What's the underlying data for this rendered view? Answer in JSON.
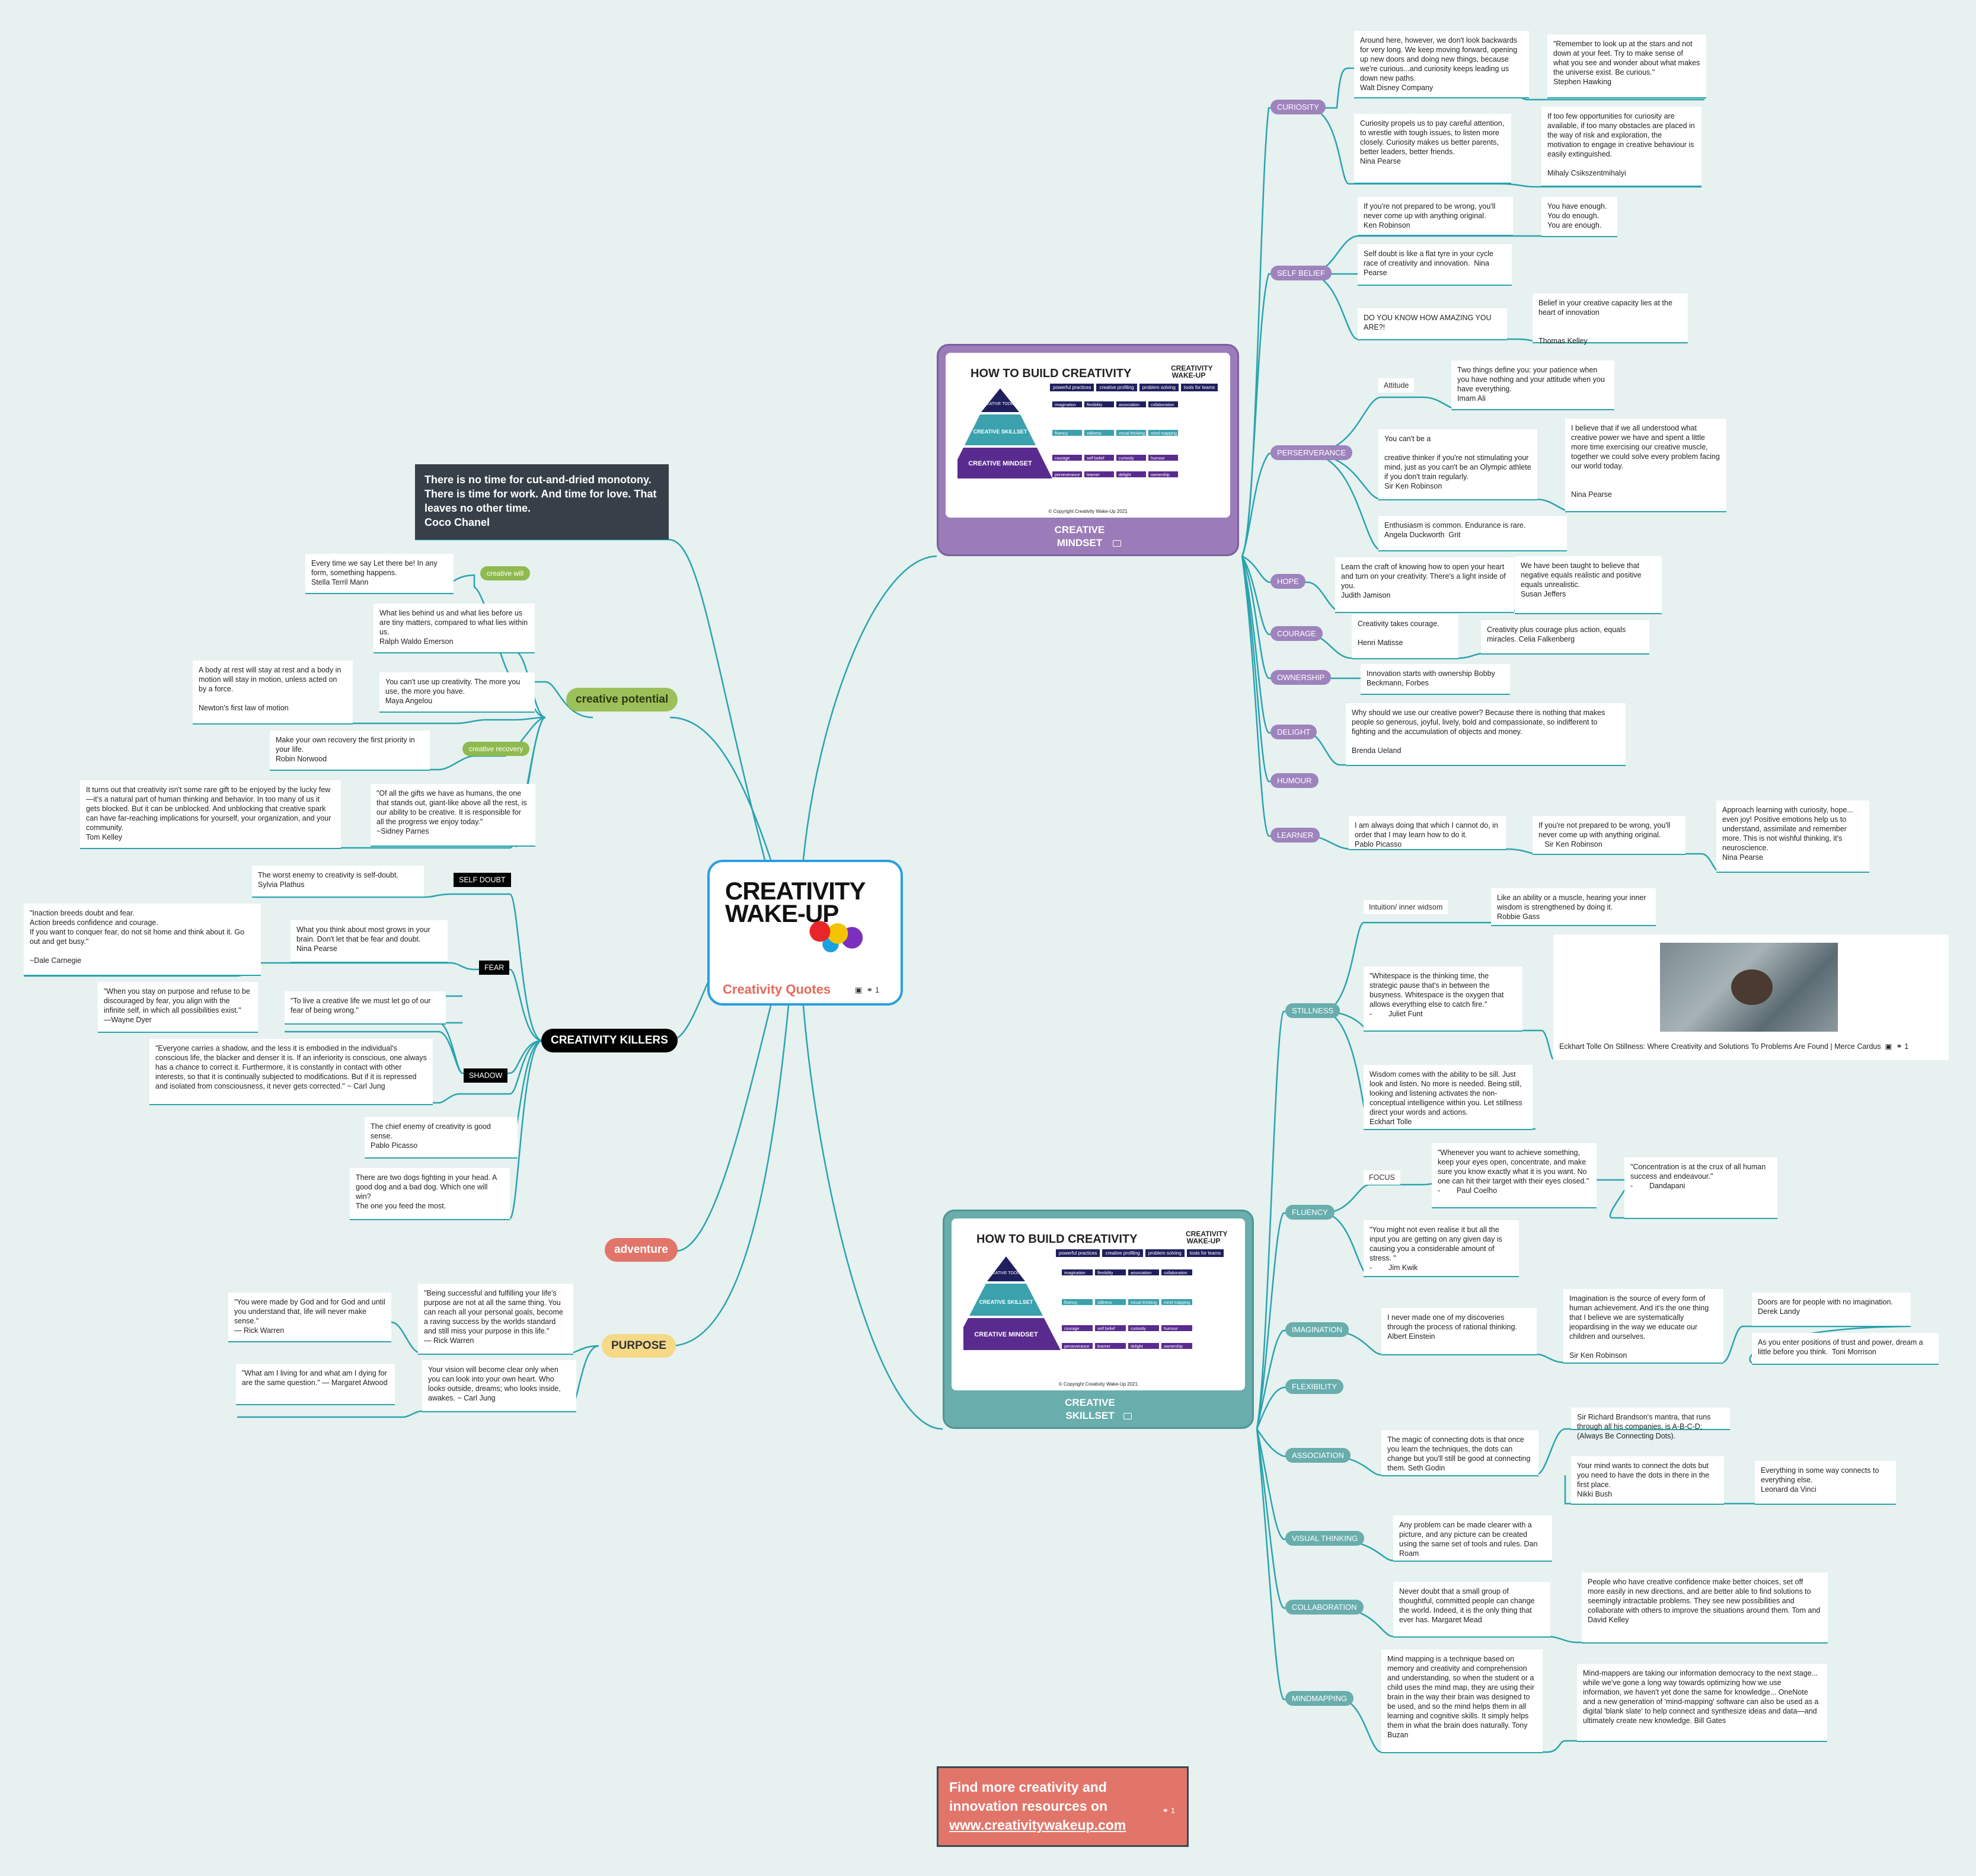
{
  "hub": {
    "logo_line1": "CREATIVITY",
    "logo_line2": "WAKE-UP",
    "title": "Creativity Quotes",
    "attach_count": "1"
  },
  "poster": {
    "title": "HOW TO BUILD CREATIVITY",
    "logo": "CREATIVITY WAKE-UP",
    "toolkit": "CREATIVE TOOLKIT",
    "skillset": "CREATIVE SKILLSET",
    "mindset": "CREATIVE MINDSET",
    "copyright": "© Copyright Creativity Wake-Up 2021",
    "tabs": [
      "powerful practices",
      "creative profiling",
      "problem solving",
      "tools for teams"
    ],
    "toolkit_items": [
      "imagination",
      "flexibility",
      "association",
      "collaboration"
    ],
    "skillset_items": [
      "fluency",
      "stillness",
      "visual thinking",
      "mind mapping"
    ],
    "mindset_items1": [
      "courage",
      "self belief",
      "curiosity",
      "humour"
    ],
    "mindset_items2": [
      "perseverance",
      "learner",
      "delight",
      "ownership"
    ]
  },
  "mindset_frame": {
    "title": "CREATIVE\nMINDSET"
  },
  "skillset_frame": {
    "title": "CREATIVE\nSKILLSET"
  },
  "cta": {
    "line1": "Find more creativity and",
    "line2": "innovation resources on",
    "link": "www.creativitywakeup.com",
    "attach": "1"
  },
  "dark_quote": "There is no time for cut-and-dried monotony. There is time for work. And time for love. That leaves no other time.\nCoco Chanel",
  "mains": {
    "potential": "creative potential",
    "killers": "CREATIVITY KILLERS",
    "adventure": "adventure",
    "purpose": "PURPOSE"
  },
  "sub_left": {
    "will": "creative will",
    "recovery": "creative recovery",
    "selfdoubt": "SELF DOUBT",
    "fear": "FEAR",
    "shadow": "SHADOW"
  },
  "mindset_branches": [
    "CURIOSITY",
    "SELF BELIEF",
    "PERSERVERANCE",
    "HOPE",
    "COURAGE",
    "OWNERSHIP",
    "DELIGHT",
    "HUMOUR",
    "LEARNER"
  ],
  "skillset_branches": [
    "STILLNESS",
    "FLUENCY",
    "IMAGINATION",
    "FLEXIBILITY",
    "ASSOCIATION",
    "VISUAL THINKING",
    "COLLABORATION",
    "MINDMAPPING"
  ],
  "labels": {
    "attitude": "Attitude",
    "intuition": "Intuition/ inner widsom",
    "focus": "FOCUS"
  },
  "thumb": {
    "caption": "Eckhart Tolle On Stillness: Where Creativity and Solutions To Problems Are Found | Merce Cardus",
    "attach": "1"
  },
  "cards": {
    "cur1": "Around here, however, we don't look backwards for very long. We keep moving forward, opening up new doors and doing new things, because we're curious...and curiosity keeps leading us down new paths.\nWalt Disney Company",
    "cur2": "\"Remember to look up at the stars and not down at your feet. Try to make sense of what you see and wonder about what makes the universe exist. Be curious.\"\nStephen Hawking",
    "cur3": "Curiosity propels us to pay careful attention, to wrestle with tough issues, to listen more closely. Curiosity makes us better parents, better leaders, better friends.\nNina Pearse",
    "cur4": "If too few opportunities for curiosity are available, if too many obstacles are placed in the way of risk and exploration, the motivation to engage in creative behaviour is easily extinguished.\n\nMihaly Csikszentmihalyi",
    "sb1": "If you're not prepared to be wrong, you'll never come up with anything original.\nKen Robinson",
    "sb2": "You have enough.\nYou do enough.\nYou are enough.",
    "sb3": "Self doubt is like a flat tyre in your cycle race of creativity and innovation.  Nina Pearse",
    "sb4": "DO YOU KNOW HOW AMAZING YOU ARE?!",
    "sb5": "Belief in your creative capacity lies at the heart of innovation\n\n\nThomas Kelley",
    "per1": "Two things define you: your patience when you have nothing and your attitude when you have everything.\nImam Ali",
    "per2": "You can't be a\n\ncreative thinker if you're not stimulating your mind, just as you can't be an Olympic athlete if you don't train regularly.\nSir Ken Robinson",
    "per3": "I believe that if we all understood what creative power we have and spent a little more time exercising our creative muscle, together we could solve every problem facing our world today.\n\n\nNina Pearse",
    "per4": "Enthusiasm is common. Endurance is rare.\nAngela Duckworth  Grit",
    "hope1": "Learn the craft of knowing how to open your heart and turn on your creativity. There's a light inside of you.\nJudith Jamison",
    "hope2": "We have been taught to believe that negative equals realistic and positive equals unrealistic.\nSusan Jeffers",
    "cou1": "Creativity takes courage.\n\nHenri Matisse",
    "cou2": "Creativity plus courage plus action, equals miracles. Celia Falkenberg",
    "own1": "Innovation starts with ownership Bobby Beckmann, Forbes",
    "del1": "Why should we use our creative power? Because there is nothing that makes people so generous, joyful, lively, bold and compassionate, so indifferent to fighting and the accumulation of objects and money.\n\nBrenda Ueland",
    "lea1": "I am always doing that which I cannot do, in order that I may learn how to do it.\nPablo Picasso",
    "lea2": "If you're not prepared to be wrong, you'll never come up with anything original.\n   Sir Ken Robinson",
    "lea3": "Approach learning with curiosity, hope... even joy! Positive emotions help us to understand, assimilate and remember more. This is not wishful thinking, it's neuroscience.\nNina Pearse",
    "st1": "Like an ability or a muscle, hearing your inner wisdom is strengthened by doing it.\nRobbie Gass",
    "st2": "\"Whitespace is the thinking time, the strategic pause that's in between the busyness. Whitespace is the oxygen that allows everything else to catch fire.\"\n-        Juliet Funt",
    "st3": "Wisdom comes with the ability to be sill. Just look and listen. No more is needed. Being still, looking and listening activates the non-conceptual intelligence within you. Let stillness direct your words and actions.\nEckhart Tolle",
    "flu1": "\"Whenever you want to achieve something, keep your eyes open, concentrate, and make sure you know exactly what it is you want. No one can hit their target with their eyes closed.\"\n-        Paul Coelho",
    "flu2": "\"Concentration is at the crux of all human success and endeavour.\"\n-        Dandapani",
    "flu3": "\"You might not even realise it but all the input you are getting on any given day is causing you a considerable amount of stress. \"\n-        Jim Kwik",
    "ima1": "I never made one of my discoveries through the process of rational thinking.\nAlbert Einstein",
    "ima2": "Imagination is the source of every form of human achievement. And it's the one thing that I believe we are systematically jeopardising in the way we educate our children and ourselves.\n\nSir Ken Robinson",
    "ima3": "Doors are for people with no imagination.\nDerek Landy",
    "ima4": "As you enter positions of trust and power, dream a little before you think.  Toni Morrison",
    "ass1": "The magic of connecting dots is that once you learn the techniques, the dots can change but you'll still be good at connecting them. Seth Godin",
    "ass2": "Sir Richard Brandson's mantra, that runs through all his companies, is A-B-C-D; (Always Be Connecting Dots).",
    "ass3": "Your mind wants to connect the dots but you need to have the dots in there in the first place.\nNikki Bush",
    "ass4": "Everything in some way connects to everything else.\nLeonard da Vinci",
    "vis1": "Any problem can be made clearer with a picture, and any picture can be created using the same set of tools and rules. Dan Roam",
    "col1": "Never doubt that a small group of thoughtful, committed people can change the world. Indeed, it is the only thing that ever has. Margaret Mead",
    "col2": "People who have creative confidence make better choices, set off more easily in new directions, and are better able to find solutions to seemingly intractable problems. They see new possibilities and collaborate with others to improve the situations around them. Tom and David Kelley",
    "mm1": "Mind mapping is a technique based on memory and creativity and comprehension and understanding, so when the student or a child uses the mind map, they are using their brain in the way their brain was designed to be used, and so the mind helps them in all learning and cognitive skills. It simply helps them in what the brain does naturally. Tony Buzan",
    "mm2": "Mind-mappers are taking our information democracy to the next stage... while we've gone a long way towards optimizing how we use information, we haven't yet done the same for knowledge... OneNote and a new generation of 'mind-mapping' software can also be used as a digital 'blank slate' to help connect and synthesize ideas and data—and ultimately create new knowledge. Bill Gates",
    "pot1": "Every time we say Let there be! In any form, something happens.\nStella Terril Mann",
    "pot2": "What lies behind us and what lies before us are tiny matters, compared to what lies within us.\nRalph Waldo Emerson",
    "pot3": "A body at rest will stay at rest and a body in motion will stay in motion, unless acted on by a force.\n\nNewton's first law of motion",
    "pot4": "You can't use up creativity. The more you use, the more you have.\nMaya Angelou",
    "pot5": "Make your own recovery the first priority in your life.\nRobin Norwood",
    "pot6": "It turns out that creativity isn't some rare gift to be enjoyed by the lucky few—it's a natural part of human thinking and behavior. In too many of us it gets blocked. But it can be unblocked. And unblocking that creative spark can have far-reaching implications for yourself, your organization, and your community.\nTom Kelley",
    "pot7": "\"Of all the gifts we have as humans, the one that stands out, giant-like above all the rest, is our ability to be creative. It is responsible for all the progress we enjoy today.\"\n~Sidney Parnes",
    "kil1": "The worst enemy to creativity is self-doubt.\nSylvia Plathus",
    "kil2": "\"Inaction breeds doubt and fear.\nAction breeds confidence and courage.\nIf you want to conquer fear, do not sit home and think about it. Go out and get busy.\"\n\n~Dale Carnegie",
    "kil3": "What you think about most grows in your brain. Don't let that be fear and doubt.\nNina Pearse",
    "kil4": "\"When you stay on purpose and refuse to be discouraged by fear, you align with the infinite self, in which all possibilities exist.\"\n—Wayne Dyer",
    "kil5": "\"To live a creative life we must let go of our fear of being wrong.\"",
    "kil6": "\"Everyone carries a shadow, and the less it is embodied in the individual's conscious life, the blacker and denser it is. If an inferiority is conscious, one always has a chance to correct it. Furthermore, it is constantly in contact with other interests, so that it is continually subjected to modifications. But if it is repressed and isolated from consciousness, it never gets corrected.\" ~ Carl Jung",
    "kil7": "The chief enemy of creativity is good sense.\nPablo Picasso",
    "kil8": "There are two dogs fighting in your head. A good dog and a bad dog. Which one will win?\nThe one you feed the most.",
    "pur1": "\"You were made by God and for God and until you understand that, life will never make sense.\"\n— Rick Warren",
    "pur2": "\"Being successful and fulfilling your life's purpose are not at all the same thing. You can reach all your personal goals, become a raving success by the worlds standard and still miss your purpose in this life.\"\n— Rick Warren",
    "pur3": "\"What am I living for and what am I dying for are the same question.\" — Margaret Atwood",
    "pur4": "Your vision will become clear only when you can look into your own heart. Who looks outside, dreams; who looks inside, awakes. ~ Carl Jung"
  }
}
